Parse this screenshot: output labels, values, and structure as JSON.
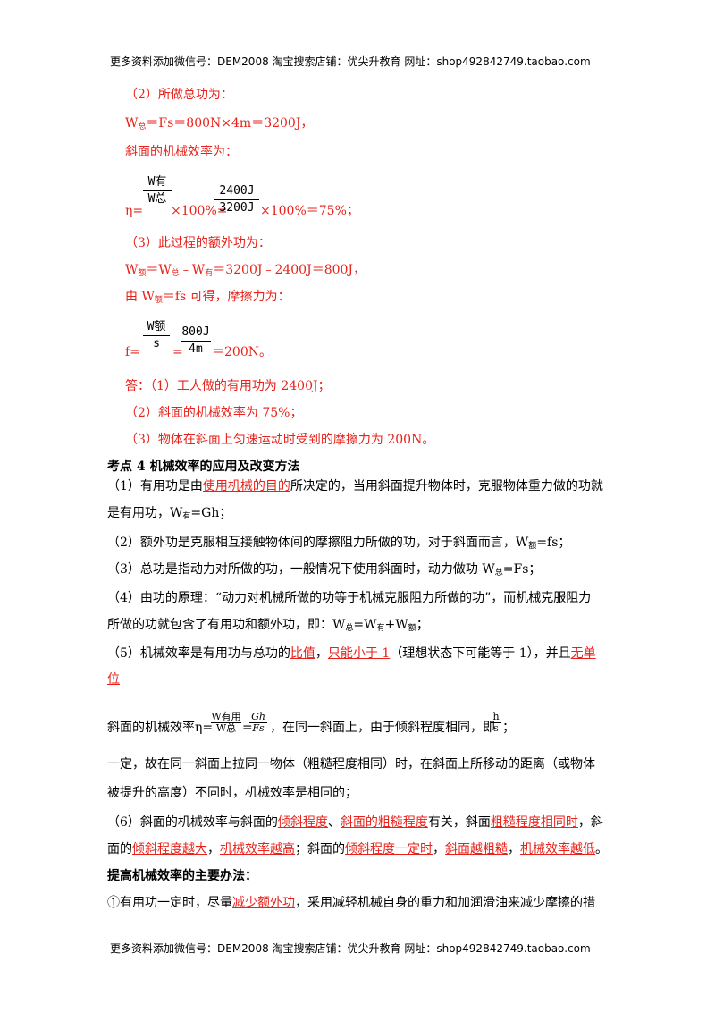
{
  "header": {
    "text": "更多资料添加微信号：DEM2008   淘宝搜索店铺：优尖升教育  网址：shop492842749.taobao.com"
  },
  "footer": {
    "text": "更多资料添加微信号：DEM2008   淘宝搜索店铺：优尖升教育  网址：shop492842749.taobao.com"
  },
  "s2": {
    "l1": "（2）所做总功为：",
    "l2a": "W",
    "l2sub": "总",
    "l2b": "＝Fs＝800N×4m＝3200J，",
    "l3": "斜面的机械效率为：",
    "eta": "η=",
    "f1num": "W有",
    "f1den": "W总",
    "mid": "×100%=",
    "f2num": "2400J",
    "f2den": "3200J",
    "tail": "×100%＝75%；"
  },
  "s3": {
    "l1": "（3）此过程的额外功为：",
    "l2a": "W",
    "l2s1": "额",
    "l2b": "＝W",
    "l2s2": "总",
    "l2c": "﹣W",
    "l2s3": "有",
    "l2d": "＝3200J﹣2400J＝800J，",
    "l3a": "由 W",
    "l3s": "额",
    "l3b": "＝fs 可得，摩擦力为：",
    "f": "f=",
    "fnum": "W额",
    "fden": "s",
    "eq": "=",
    "f2num": "800J",
    "f2den": "4m",
    "tail": "＝200N。"
  },
  "answer": {
    "a1": "答：（1）工人做的有用功为 2400J；",
    "a2": "（2）斜面的机械效率为 75%；",
    "a3": "（3）物体在斜面上匀速运动时受到的摩擦力为 200N。"
  },
  "kp": {
    "title": "考点 4   机械效率的应用及改变方法",
    "p1a": "（1）有用功是由",
    "p1u": "使用机械的目的",
    "p1b": "所决定的，当用斜面提升物体时，克服物体重力做的功就",
    "p1c": "是有用功，W",
    "p1s": "有",
    "p1d": "=Gh；",
    "p2a": "（2）额外功是克服相互接触物体间的摩擦阻力所做的功，对于斜面而言，W",
    "p2s": "额",
    "p2b": "=fs；",
    "p3a": "（3）总功是指动力对所做的功，一般情况下使用斜面时，动力做功 W",
    "p3s": "总",
    "p3b": "=Fs；",
    "p4a": "（4）由功的原理：“动力对机械所做的功等于机械克服阻力所做的功”，而机械克服阻力",
    "p4b": "所做的功就包含了有用功和额外功，即：W",
    "p4s1": "总",
    "p4c": "=W",
    "p4s2": "有",
    "p4d": "+W",
    "p4s3": "额",
    "p4e": "；",
    "p5a": "（5）机械效率是有用功与总功的",
    "p5u1": "比值",
    "p5b": "，",
    "p5u2": "只能小于 1",
    "p5c": "（理想状态下可能等于 1），并且",
    "p5u3": "无单",
    "p5u4": "位",
    "eff_a": "斜面的机械效率η=",
    "eff_n1": "W有用",
    "eff_d1": "W总",
    "eff_eq": "=",
    "eff_n2": "Gh",
    "eff_d2": "Fs",
    "eff_b": "，在同一斜面上，由于倾斜程度相同，即",
    "eff_n3": "h",
    "eff_d3": "s",
    "eff_c": "；",
    "p6a": "一定，故在同一斜面上拉同一物体（粗糙程度相同）时，在斜面上所移动的距离（或物体",
    "p6b": "被提升的高度）不同时，机械效率是相同的；",
    "p7a": "（6）斜面的机械效率与斜面的",
    "p7u1": "倾斜程度",
    "p7b": "、",
    "p7u2": "斜面的粗糙程度",
    "p7c": "有关，斜面",
    "p7u3": "粗糙程度相同时",
    "p7d": "，斜",
    "p8a": "面的",
    "p8u1": "倾斜程度越大",
    "p8b": "，",
    "p8u2": "机械效率越高",
    "p8c": "；斜面的",
    "p8u3": "倾斜程度一定时",
    "p8d": "，",
    "p8u4": "斜面越粗糙",
    "p8e": "，",
    "p8u5": "机械效率越低",
    "p8f": "。",
    "bold_title": "提高机械效率的主要办法：",
    "p9a": "①有用功一定时，尽量",
    "p9u": "减少额外功",
    "p9b": "，采用减轻机械自身的重力和加润滑油来减少摩擦的措"
  }
}
